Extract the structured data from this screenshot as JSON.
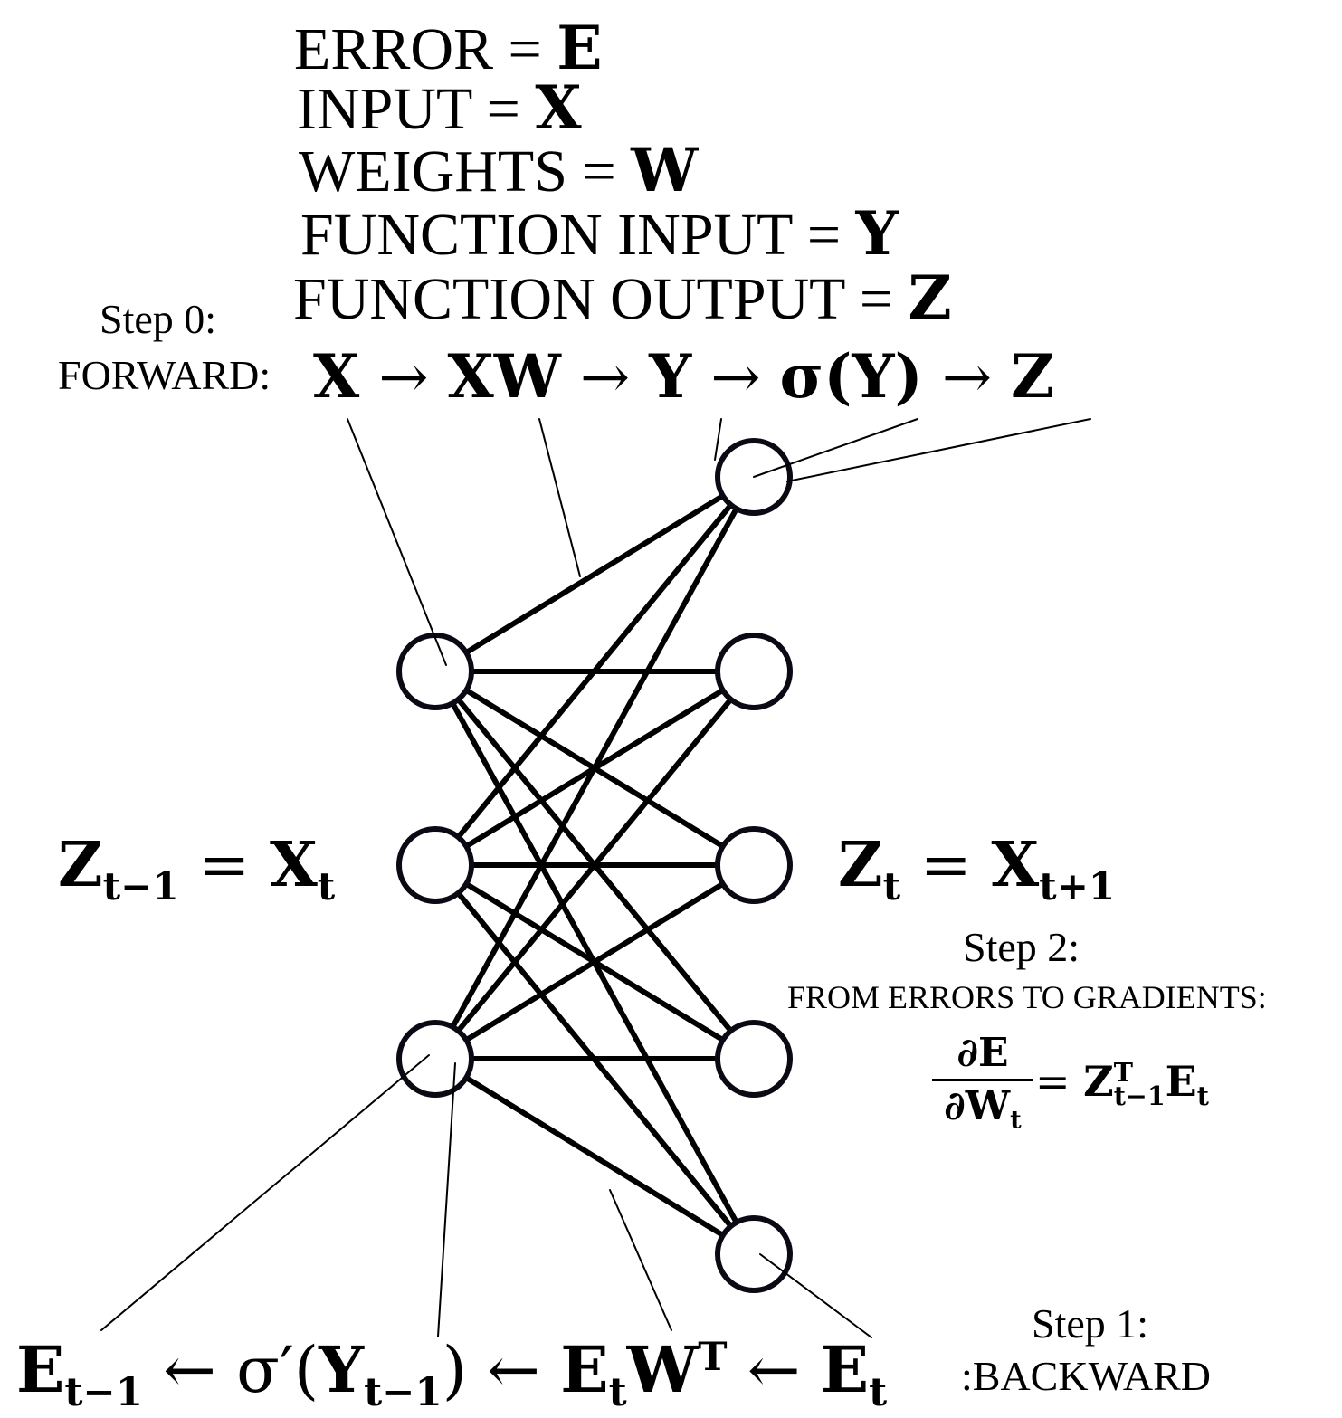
{
  "definitions": [
    {
      "label": "ERROR",
      "symbol": "E"
    },
    {
      "label": "INPUT",
      "symbol": "X"
    },
    {
      "label": "WEIGHTS",
      "symbol": "W"
    },
    {
      "label": "FUNCTION INPUT",
      "symbol": "Y"
    },
    {
      "label": "FUNCTION OUTPUT",
      "symbol": "Z"
    }
  ],
  "step0": {
    "title": "Step 0:",
    "name": "FORWARD:",
    "chain": [
      "X",
      "XW",
      "Y",
      "σ(Y)",
      "Z"
    ]
  },
  "left_layer_label": {
    "lhs": "Z",
    "lhs_sub": "t−1",
    "rhs": "X",
    "rhs_sub": "t"
  },
  "right_layer_label": {
    "lhs": "Z",
    "lhs_sub": "t",
    "rhs": "X",
    "rhs_sub": "t+1"
  },
  "step2": {
    "title": "Step 2:",
    "name": "FROM ERRORS TO GRADIENTS:",
    "numerator": "∂E",
    "denominator_base": "∂W",
    "denominator_sub": "t",
    "rhs_base": "Z",
    "rhs_sup": "T",
    "rhs_sub": "t−1",
    "rhs_tail": "E",
    "rhs_tail_sub": "t"
  },
  "step1": {
    "title": "Step 1:",
    "name": ":BACKWARD"
  },
  "backward_chain": {
    "e_prev": "E",
    "e_prev_sub": "t−1",
    "sigma_prime": "σ′(",
    "y_prev": "Y",
    "y_prev_sub": "t−1",
    "close": ")",
    "etwt_e": "E",
    "etwt_e_sub": "t",
    "etwt_w": "W",
    "etwt_w_sup": "T",
    "e_cur": "E",
    "e_cur_sub": "t",
    "arrow": "←"
  },
  "network": {
    "left_nodes": 3,
    "right_nodes": 5,
    "fully_connected": true
  },
  "colors": {
    "ink": "#000000",
    "node_stroke": "#0a0a14",
    "background": "#ffffff"
  }
}
